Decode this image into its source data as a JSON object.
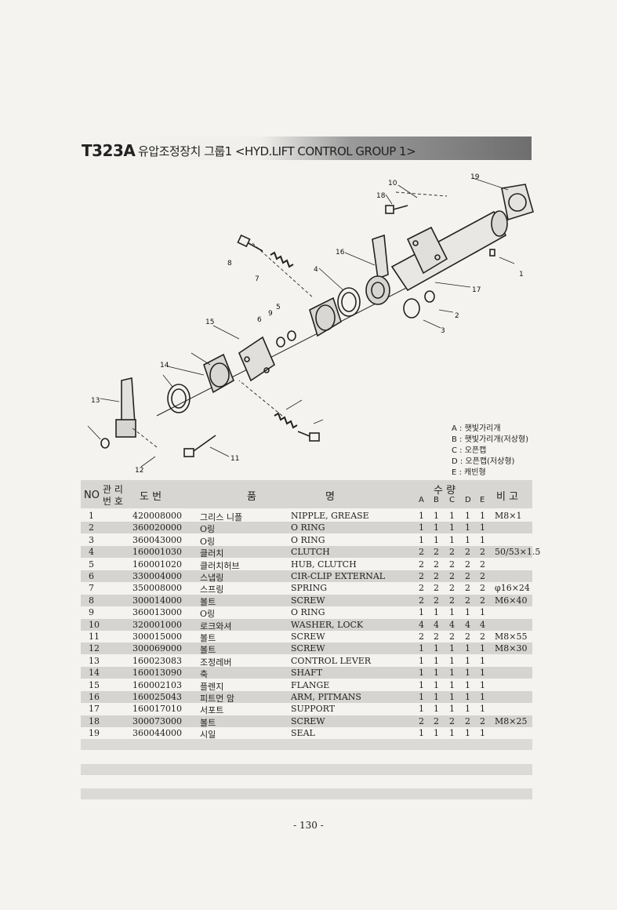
{
  "header": {
    "code": "T323A",
    "title": "유압조정장치 그룹1 <HYD.LIFT CONTROL GROUP 1>"
  },
  "legend": [
    "A : 햇빛가리개",
    "B : 햇빛가리개(저상형)",
    "C : 오픈캡",
    "D : 오픈캡(저상형)",
    "E : 캐빈형"
  ],
  "callouts": [
    "1",
    "2",
    "3",
    "4",
    "5",
    "6",
    "7",
    "8",
    "10",
    "12",
    "13",
    "14",
    "15",
    "16",
    "17",
    "18",
    "19",
    "9",
    "11"
  ],
  "table": {
    "headers": {
      "no": "NO",
      "mgmt_top": "관 리",
      "mgmt_bottom": "번 호",
      "drawing": "도  번",
      "name_left": "품",
      "name_right": "명",
      "qty_top": "수   량",
      "qty_cols": [
        "A",
        "B",
        "C",
        "D",
        "E"
      ],
      "remark": "비  고"
    },
    "rows": [
      {
        "no": "1",
        "code": "420008000",
        "kor": "그리스 니플",
        "eng": "NIPPLE, GREASE",
        "q": [
          "1",
          "1",
          "1",
          "1",
          "1"
        ],
        "rem": "M8×1"
      },
      {
        "no": "2",
        "code": "360020000",
        "kor": "O링",
        "eng": "O RING",
        "q": [
          "1",
          "1",
          "1",
          "1",
          "1"
        ],
        "rem": ""
      },
      {
        "no": "3",
        "code": "360043000",
        "kor": "O링",
        "eng": "O RING",
        "q": [
          "1",
          "1",
          "1",
          "1",
          "1"
        ],
        "rem": ""
      },
      {
        "no": "4",
        "code": "160001030",
        "kor": "클러치",
        "eng": "CLUTCH",
        "q": [
          "2",
          "2",
          "2",
          "2",
          "2"
        ],
        "rem": "50/53×1.5"
      },
      {
        "no": "5",
        "code": "160001020",
        "kor": "클러치허브",
        "eng": "HUB, CLUTCH",
        "q": [
          "2",
          "2",
          "2",
          "2",
          "2"
        ],
        "rem": ""
      },
      {
        "no": "6",
        "code": "330004000",
        "kor": "스냅링",
        "eng": "CIR-CLIP EXTERNAL",
        "q": [
          "2",
          "2",
          "2",
          "2",
          "2"
        ],
        "rem": ""
      },
      {
        "no": "7",
        "code": "350008000",
        "kor": "스프링",
        "eng": "SPRING",
        "q": [
          "2",
          "2",
          "2",
          "2",
          "2"
        ],
        "rem": "φ16×24"
      },
      {
        "no": "8",
        "code": "300014000",
        "kor": "볼트",
        "eng": "SCREW",
        "q": [
          "2",
          "2",
          "2",
          "2",
          "2"
        ],
        "rem": "M6×40"
      },
      {
        "no": "9",
        "code": "360013000",
        "kor": "O링",
        "eng": "O RING",
        "q": [
          "1",
          "1",
          "1",
          "1",
          "1"
        ],
        "rem": ""
      },
      {
        "no": "10",
        "code": "320001000",
        "kor": "로크와셔",
        "eng": "WASHER, LOCK",
        "q": [
          "4",
          "4",
          "4",
          "4",
          "4"
        ],
        "rem": ""
      },
      {
        "no": "11",
        "code": "300015000",
        "kor": "볼트",
        "eng": "SCREW",
        "q": [
          "2",
          "2",
          "2",
          "2",
          "2"
        ],
        "rem": "M8×55"
      },
      {
        "no": "12",
        "code": "300069000",
        "kor": "볼트",
        "eng": "SCREW",
        "q": [
          "1",
          "1",
          "1",
          "1",
          "1"
        ],
        "rem": "M8×30"
      },
      {
        "no": "13",
        "code": "160023083",
        "kor": "조정레버",
        "eng": "CONTROL LEVER",
        "q": [
          "1",
          "1",
          "1",
          "1",
          "1"
        ],
        "rem": ""
      },
      {
        "no": "14",
        "code": "160013090",
        "kor": "축",
        "eng": "SHAFT",
        "q": [
          "1",
          "1",
          "1",
          "1",
          "1"
        ],
        "rem": ""
      },
      {
        "no": "15",
        "code": "160002103",
        "kor": "플렌지",
        "eng": "FLANGE",
        "q": [
          "1",
          "1",
          "1",
          "1",
          "1"
        ],
        "rem": ""
      },
      {
        "no": "16",
        "code": "160025043",
        "kor": "피트먼 암",
        "eng": "ARM, PITMANS",
        "q": [
          "1",
          "1",
          "1",
          "1",
          "1"
        ],
        "rem": ""
      },
      {
        "no": "17",
        "code": "160017010",
        "kor": "서포트",
        "eng": "SUPPORT",
        "q": [
          "1",
          "1",
          "1",
          "1",
          "1"
        ],
        "rem": ""
      },
      {
        "no": "18",
        "code": "300073000",
        "kor": "볼트",
        "eng": "SCREW",
        "q": [
          "2",
          "2",
          "2",
          "2",
          "2"
        ],
        "rem": "M8×25"
      },
      {
        "no": "19",
        "code": "360044000",
        "kor": "시일",
        "eng": "SEAL",
        "q": [
          "1",
          "1",
          "1",
          "1",
          "1"
        ],
        "rem": ""
      }
    ]
  },
  "page_number": "- 130 -"
}
